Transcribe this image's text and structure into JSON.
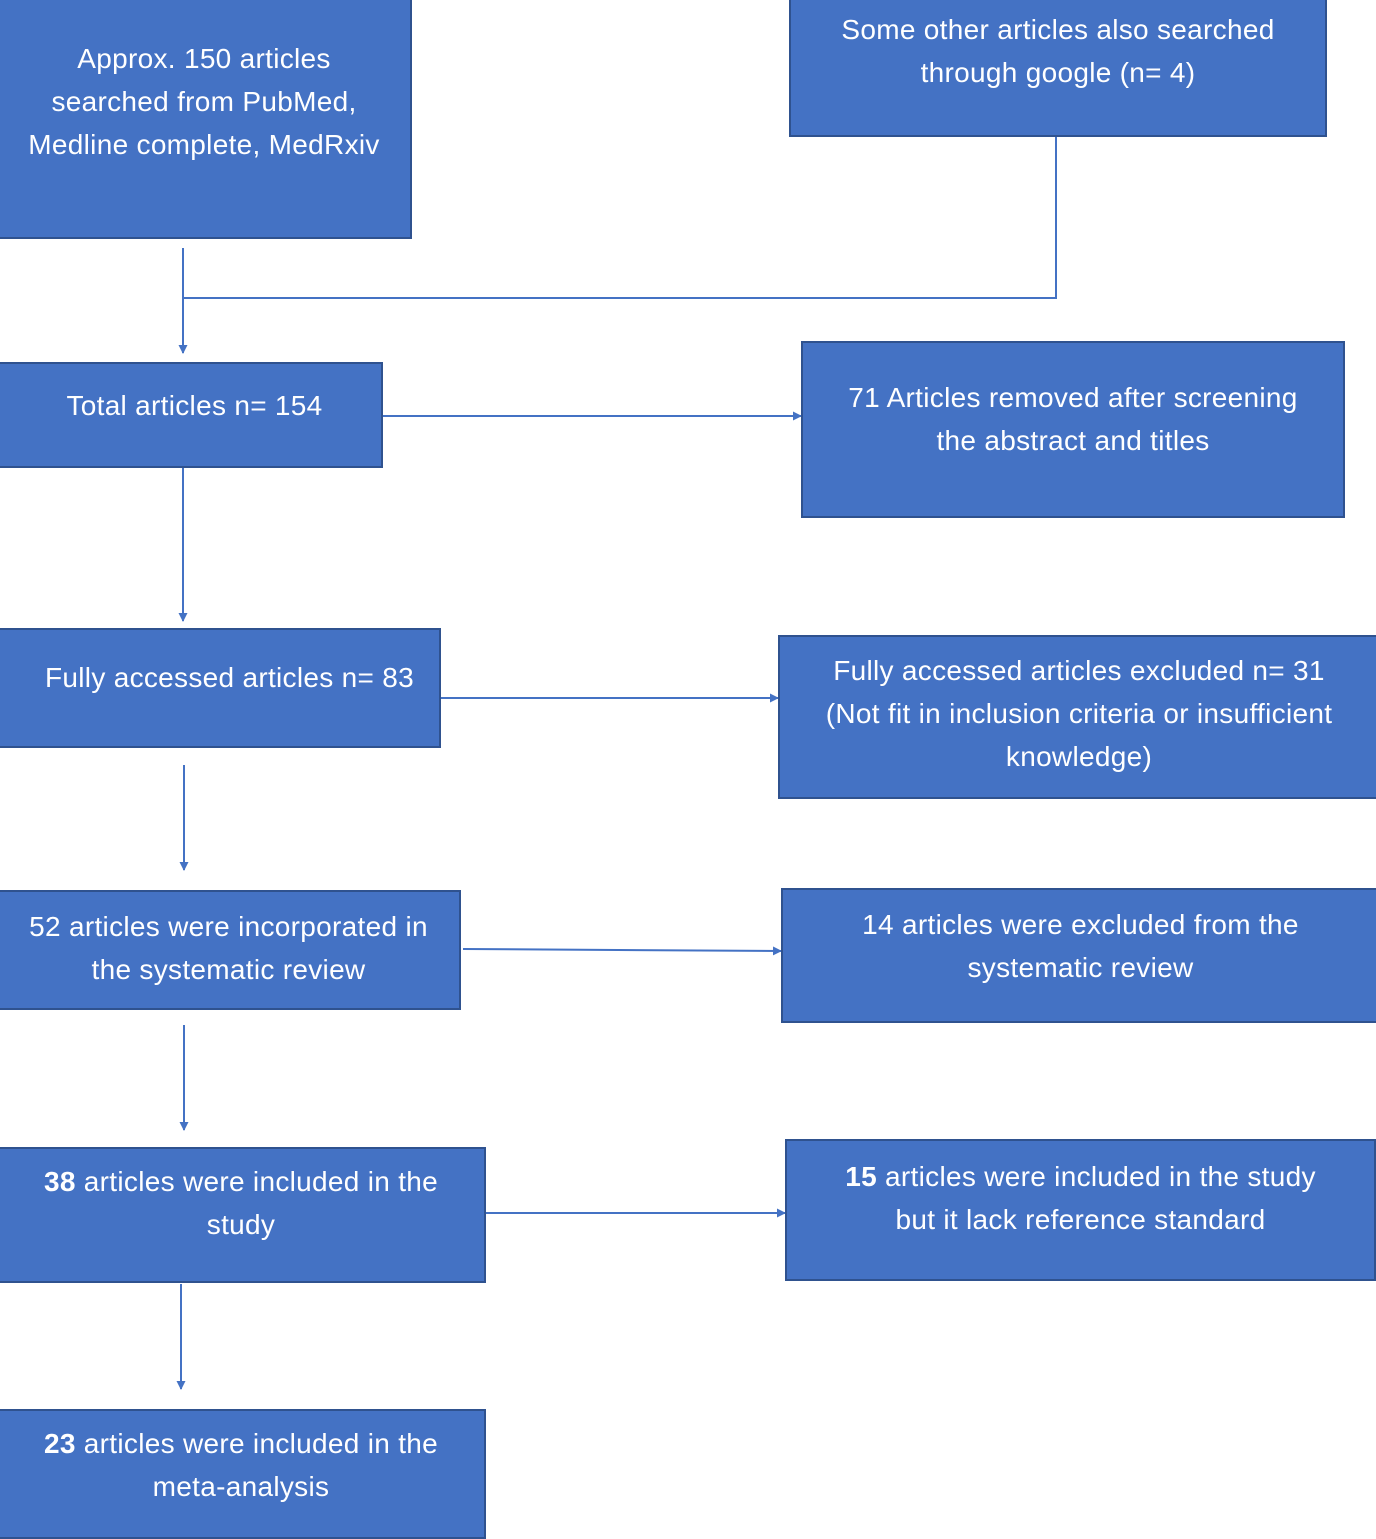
{
  "colors": {
    "box_fill": "#4472C4",
    "box_border": "#2F528F",
    "connector": "#4472C4",
    "text": "#ffffff"
  },
  "boxes": {
    "search_databases": {
      "lines": [
        "Approx. 150 articles",
        "searched from PubMed,",
        "Medline complete, MedRxiv"
      ]
    },
    "search_google": {
      "lines": [
        "Some other articles also searched",
        "through google (n= 4)"
      ]
    },
    "total": {
      "lines": [
        "Total articles n= 154"
      ]
    },
    "removed_screening": {
      "lines": [
        "71 Articles removed after screening",
        "the abstract and titles"
      ]
    },
    "fully_accessed": {
      "lines": [
        "Fully accessed articles n= 83"
      ]
    },
    "fully_excluded": {
      "lines": [
        "Fully accessed articles excluded n= 31",
        "(Not fit in inclusion criteria or insufficient",
        "knowledge)"
      ]
    },
    "systematic_review": {
      "lines": [
        "52 articles were incorporated in",
        "the systematic review"
      ]
    },
    "excluded_review": {
      "lines": [
        "14 articles were excluded from the",
        "systematic review"
      ]
    },
    "included_study": {
      "count": "38",
      "line1_rest": " articles were included in the",
      "line2": "study"
    },
    "lack_reference": {
      "count": "15",
      "line1_rest": " articles were included in the study",
      "line2": "but it lack reference standard"
    },
    "meta_analysis": {
      "count": "23",
      "line1_rest": " articles were included in the",
      "line2": "meta-analysis"
    }
  }
}
